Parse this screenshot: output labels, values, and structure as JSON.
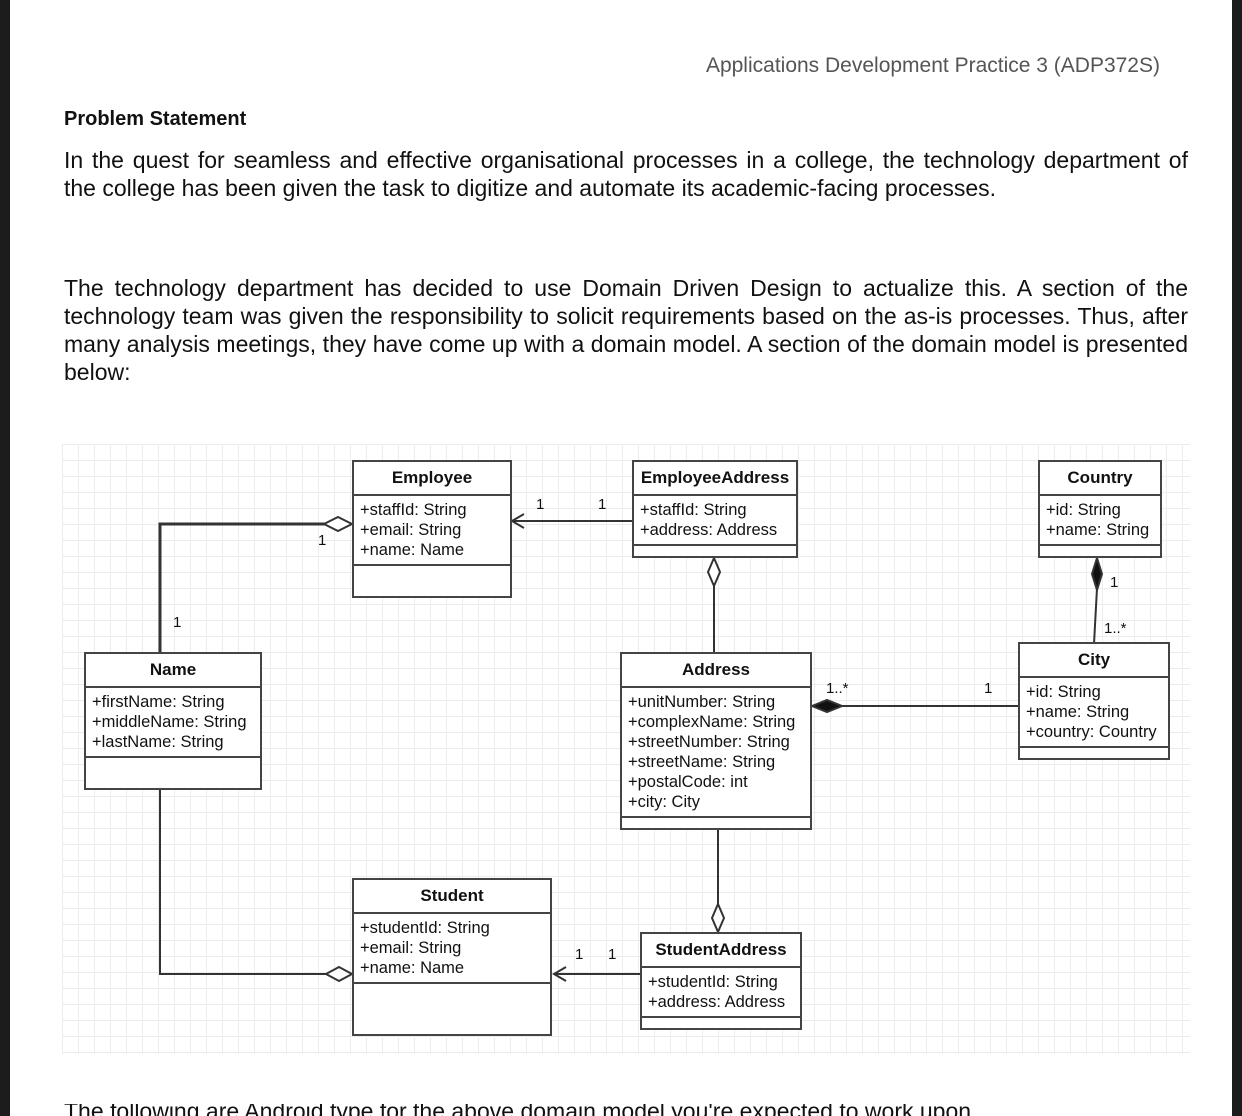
{
  "header": {
    "course": "Applications Development Practice 3 (ADP372S)"
  },
  "section": {
    "heading": "Problem Statement",
    "paragraphs": [
      "In the quest for seamless and effective organisational processes in a college, the technology department of the college has been given the task to digitize and automate its academic-facing processes.",
      "The technology department has decided to use Domain Driven Design to actualize this. A section of the technology team was given the responsibility to solicit requirements based on the as-is processes. Thus, after many analysis meetings, they have come up with a domain model. A section of the domain model is presented below:"
    ]
  },
  "diagram": {
    "classes": {
      "employee": {
        "name": "Employee",
        "attributes": [
          "+staffId: String",
          "+email: String",
          "+name: Name"
        ]
      },
      "employee_address": {
        "name": "EmployeeAddress",
        "attributes": [
          "+staffId: String",
          "+address: Address"
        ]
      },
      "country": {
        "name": "Country",
        "attributes": [
          "+id: String",
          "+name: String"
        ]
      },
      "name": {
        "name": "Name",
        "attributes": [
          "+firstName: String",
          "+middleName: String",
          "+lastName: String"
        ]
      },
      "address": {
        "name": "Address",
        "attributes": [
          "+unitNumber: String",
          "+complexName: String",
          "+streetNumber: String",
          "+streetName: String",
          "+postalCode: int",
          "+city: City"
        ]
      },
      "city": {
        "name": "City",
        "attributes": [
          "+id: String",
          "+name: String",
          "+country: Country"
        ]
      },
      "student": {
        "name": "Student",
        "attributes": [
          "+studentId: String",
          "+email: String",
          "+name: Name"
        ]
      },
      "student_address": {
        "name": "StudentAddress",
        "attributes": [
          "+studentId: String",
          "+address: Address"
        ]
      }
    },
    "multiplicities": {
      "employee_name_end": "1",
      "name_employee_end": "1",
      "employee_empaddr_left": "1",
      "employee_empaddr_right": "1",
      "country_city_top": "1",
      "country_city_bottom": "1..*",
      "address_city_left": "1..*",
      "address_city_right": "1",
      "student_studaddr_left": "1",
      "student_studaddr_right": "1"
    }
  },
  "cutoff_text": "The following are Android type for the above domain model you're expected to work upon"
}
